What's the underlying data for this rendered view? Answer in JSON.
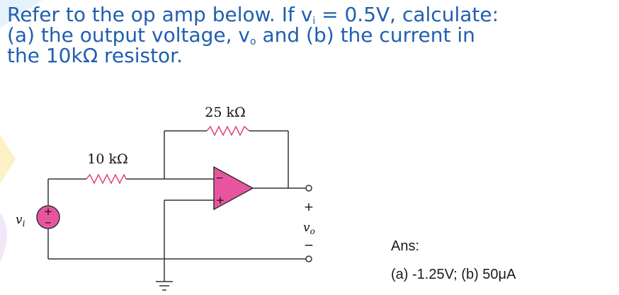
{
  "problem": {
    "line1_before_sub": "Refer to the op amp below. If v",
    "line1_sub": "i",
    "line1_after_sub": " = 0.5V, calculate:",
    "line2_before_sub": "(a) the output voltage, v",
    "line2_sub": "o",
    "line2_after_sub": " and (b) the current in",
    "line3": "the 10kΩ resistor."
  },
  "circuit": {
    "feedback_resistor_label": "25 kΩ",
    "input_resistor_label": "10 kΩ",
    "source_label": "v",
    "source_label_sub": "i",
    "source_plus": "+",
    "source_minus": "−",
    "opamp_inverting": "−",
    "opamp_noninverting": "+",
    "output_plus": "+",
    "output_minus": "−",
    "output_label": "v",
    "output_label_sub": "o",
    "opamp_color": "#e8559f"
  },
  "answer": {
    "heading": "Ans:",
    "text": "(a) -1.25V; (b) 50μA"
  }
}
